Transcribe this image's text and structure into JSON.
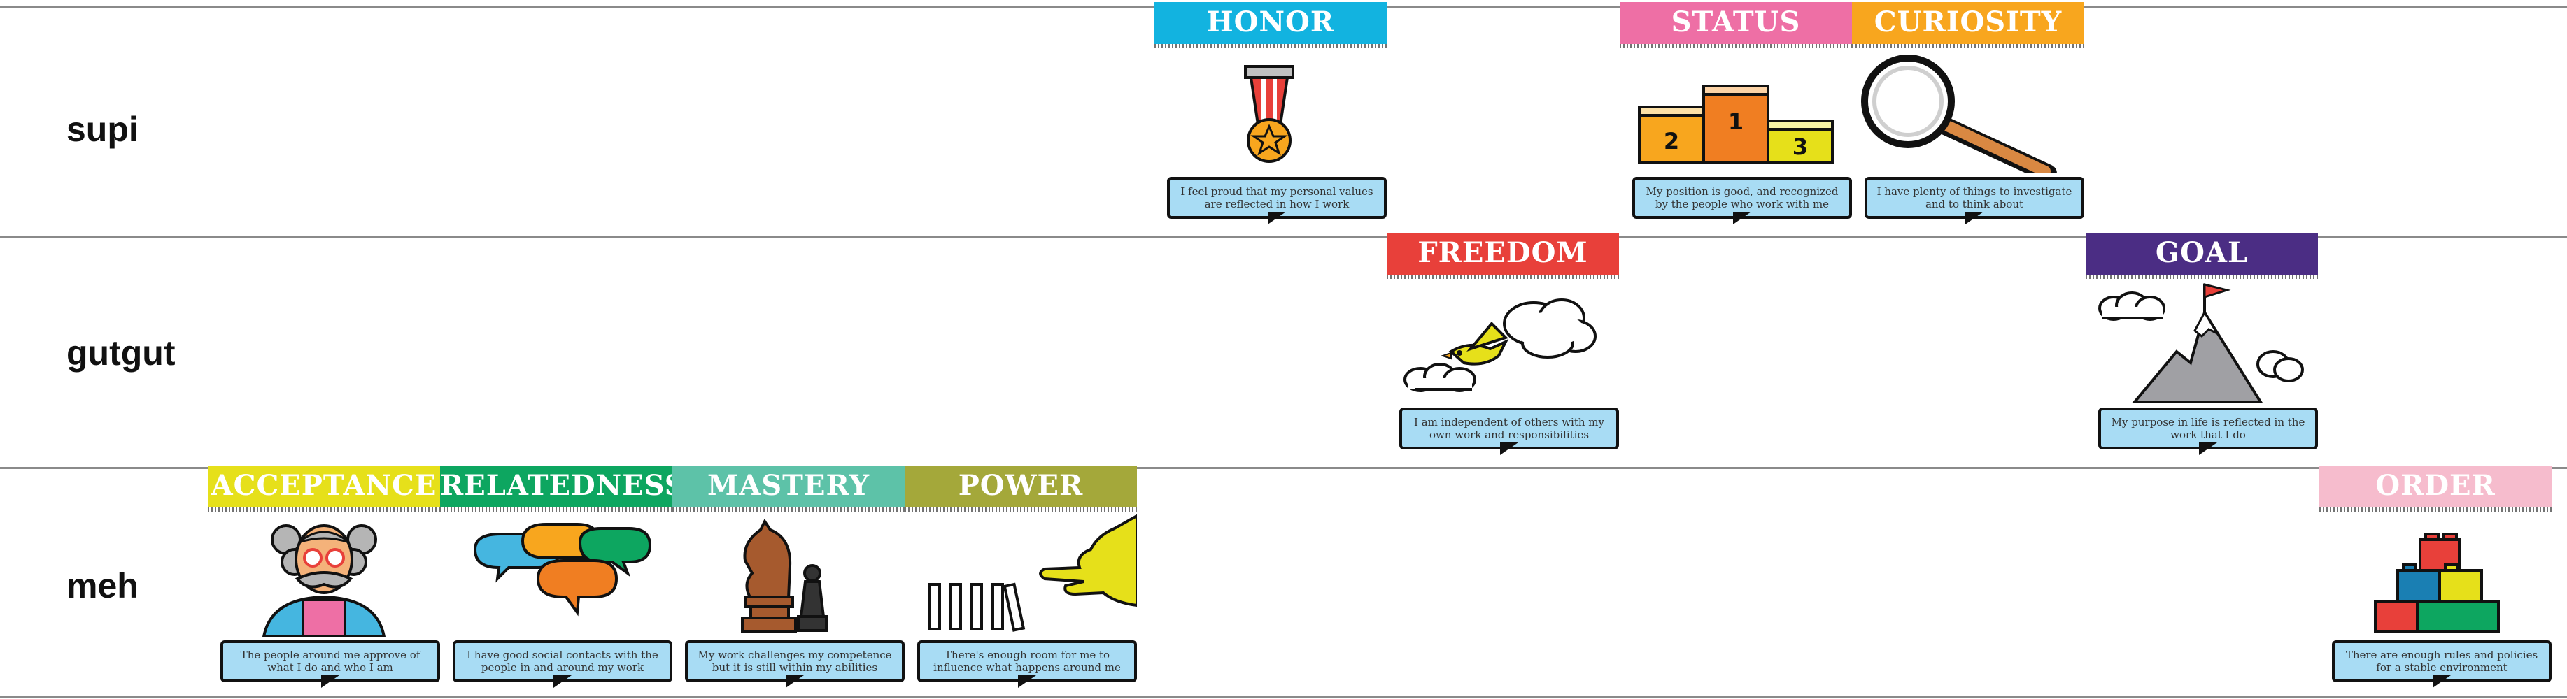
{
  "rows": [
    {
      "label": "supi"
    },
    {
      "label": "gutgut"
    },
    {
      "label": "meh"
    }
  ],
  "cards": {
    "honor": {
      "title": "HONOR",
      "color": "#12b3e0",
      "text": "I feel proud that my personal values are reflected in how I work",
      "icon": "medal-icon"
    },
    "status": {
      "title": "STATUS",
      "color": "#ee6fa5",
      "text": "My position is good, and recognized by the people who work with me",
      "icon": "podium-icon",
      "podium": [
        "2",
        "1",
        "3"
      ]
    },
    "curiosity": {
      "title": "CURIOSITY",
      "color": "#f8a61e",
      "text": "I have plenty of things to investigate and to think about",
      "icon": "magnifying-glass-icon"
    },
    "freedom": {
      "title": "FREEDOM",
      "color": "#e8403a",
      "text": "I am independent of others with my own work and responsibilities",
      "icon": "bird-icon"
    },
    "goal": {
      "title": "GOAL",
      "color": "#4b2d84",
      "text": "My purpose in life is reflected in the work that I do",
      "icon": "mountain-flag-icon"
    },
    "acceptance": {
      "title": "ACCEPTANCE",
      "color": "#e6e01a",
      "text": "The people around me approve of what I do and who I am",
      "icon": "person-icon"
    },
    "relatedness": {
      "title": "RELATEDNESS",
      "color": "#0da660",
      "text": "I have good social contacts with the people in and around my work",
      "icon": "speech-bubbles-icon"
    },
    "mastery": {
      "title": "MASTERY",
      "color": "#5dc2a8",
      "text": "My work challenges my competence but it is still within my abilities",
      "icon": "chess-pieces-icon"
    },
    "power": {
      "title": "POWER",
      "color": "#a4a83a",
      "text": "There's enough room for me to influence what happens around me",
      "icon": "dominoes-hand-icon"
    },
    "order": {
      "title": "ORDER",
      "color": "#f6bccd",
      "text": "There are enough rules and policies for a stable environment",
      "icon": "blocks-icon"
    }
  }
}
